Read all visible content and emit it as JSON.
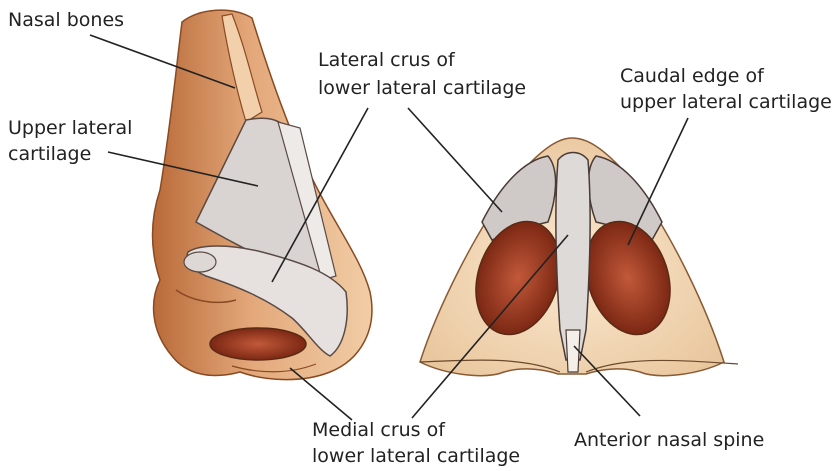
{
  "labels": {
    "nasal_bones": "Nasal bones",
    "upper_lateral_1": "Upper lateral",
    "upper_lateral_2": "cartilage",
    "lateral_crus_1": "Lateral crus of",
    "lateral_crus_2": "lower lateral cartilage",
    "caudal_edge_1": "Caudal edge of",
    "caudal_edge_2": "upper lateral cartilage",
    "medial_crus_1": "Medial crus of",
    "medial_crus_2": "lower lateral cartilage",
    "anterior_spine": "Anterior nasal spine"
  },
  "colors": {
    "skin_dark": "#c98654",
    "skin_light": "#f3d2b0",
    "cartilage": "#d9d4d2",
    "nostril": "#8a2a14",
    "leader_line": "#222222"
  }
}
